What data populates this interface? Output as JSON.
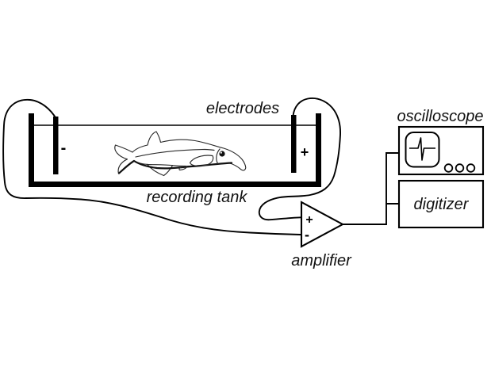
{
  "figure": {
    "background": "#ffffff",
    "line_color": "#000000",
    "labels": {
      "electrodes": "electrodes",
      "recording_tank": "recording tank",
      "amplifier": "amplifier",
      "oscilloscope": "oscilloscope",
      "digitizer": "digitizer"
    },
    "signs": {
      "left_electrode": "-",
      "right_electrode": "+",
      "amplifier_noninverting": "+",
      "amplifier_inverting": "-"
    },
    "icons": {
      "oscilloscope_screen": "eod-spike-waveform-icon",
      "oscilloscope_knobs": "knob-circles-icon",
      "fish": "elephantnose-fish-illustration"
    },
    "knob_count": 3
  }
}
